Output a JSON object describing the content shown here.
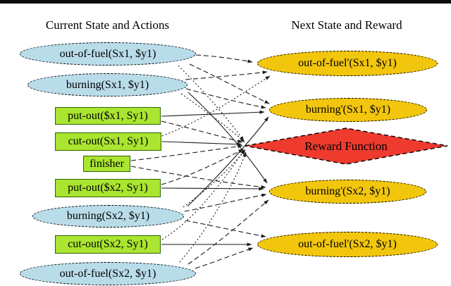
{
  "figure": {
    "left_header": "Current State and Actions",
    "right_header": "Next State and Reward"
  },
  "nodes": {
    "left": [
      {
        "id": "oof1",
        "shape": "ellipse",
        "label": "out-of-fuel(Sx1, $y1)",
        "fill": "#b9dce9"
      },
      {
        "id": "b1",
        "shape": "ellipse",
        "label": "burning(Sx1, $y1)",
        "fill": "#b9dce9"
      },
      {
        "id": "putout1",
        "shape": "rect",
        "label": "put-out($x1, Sy1)",
        "fill": "#aae530"
      },
      {
        "id": "cutout1",
        "shape": "rect",
        "label": "cut-out(Sx1, Sy1)",
        "fill": "#aae530"
      },
      {
        "id": "finisher",
        "shape": "rect",
        "label": "finisher",
        "fill": "#aae530"
      },
      {
        "id": "putout2",
        "shape": "rect",
        "label": "put-out($x2, Sy1)",
        "fill": "#aae530"
      },
      {
        "id": "b2",
        "shape": "ellipse",
        "label": "burning(Sx2, $y1)",
        "fill": "#b9dce9"
      },
      {
        "id": "cutout2",
        "shape": "rect",
        "label": "cut-out(Sx2, Sy1)",
        "fill": "#aae530"
      },
      {
        "id": "oof2",
        "shape": "ellipse",
        "label": "out-of-fuel(Sx2, $y1)",
        "fill": "#b9dce9"
      }
    ],
    "right": [
      {
        "id": "oof1p",
        "shape": "ellipse",
        "label": "out-of-fuel'(Sx1, $y1)",
        "fill": "#f2c60d"
      },
      {
        "id": "b1p",
        "shape": "ellipse",
        "label": "burning'(Sx1, $y1)",
        "fill": "#f2c60d"
      },
      {
        "id": "reward",
        "shape": "diamond",
        "label": "Reward Function",
        "fill": "#ee3b2e"
      },
      {
        "id": "b2p",
        "shape": "ellipse",
        "label": "burning'(Sx2, $y1)",
        "fill": "#f2c60d"
      },
      {
        "id": "oof2p",
        "shape": "ellipse",
        "label": "out-of-fuel'(Sx2, $y1)",
        "fill": "#f2c60d"
      }
    ]
  },
  "colors": {
    "state_ellipse": "#b9dce9",
    "action_box": "#aae530",
    "next_state_ellipse": "#f2c60d",
    "reward_diamond": "#ee3b2e",
    "edge": "#1a1a1a",
    "top_bar": "#0a0a0a"
  },
  "edges": [
    {
      "from": "oof1",
      "to": "oof1p",
      "style": "dashed"
    },
    {
      "from": "b1",
      "to": "oof1p",
      "style": "dashed"
    },
    {
      "from": "oof1",
      "to": "b1p",
      "style": "dashed"
    },
    {
      "from": "b1",
      "to": "b1p",
      "style": "dashed"
    },
    {
      "from": "putout1",
      "to": "reward",
      "style": "dashed"
    },
    {
      "from": "finisher",
      "to": "reward",
      "style": "dashed"
    },
    {
      "from": "finisher",
      "to": "b2p",
      "style": "dashed"
    },
    {
      "from": "putout2",
      "to": "reward",
      "style": "dashed"
    },
    {
      "from": "b2",
      "to": "b2p",
      "style": "dashed"
    },
    {
      "from": "b2",
      "to": "oof2p",
      "style": "dashed"
    },
    {
      "from": "oof2",
      "to": "oof2p",
      "style": "dashed"
    },
    {
      "from": "oof2",
      "to": "b2p",
      "style": "dashed"
    },
    {
      "from": "oof1",
      "to": "reward",
      "style": "dotted"
    },
    {
      "from": "b1",
      "to": "reward",
      "style": "dotted"
    },
    {
      "from": "cutout1",
      "to": "oof1p",
      "style": "dotted"
    },
    {
      "from": "b2",
      "to": "reward",
      "style": "dotted"
    },
    {
      "from": "oof2",
      "to": "reward",
      "style": "dotted"
    },
    {
      "from": "cutout2",
      "to": "reward",
      "style": "dotted"
    },
    {
      "from": "putout1",
      "to": "b1p",
      "style": "solid"
    },
    {
      "from": "cutout1",
      "to": "reward",
      "style": "solid"
    },
    {
      "from": "putout2",
      "to": "b2p",
      "style": "solid"
    },
    {
      "from": "cutout2",
      "to": "oof2p",
      "style": "solid"
    },
    {
      "from": "b1",
      "to": "b2p",
      "style": "solid"
    },
    {
      "from": "b2",
      "to": "b1p",
      "style": "solid"
    }
  ]
}
